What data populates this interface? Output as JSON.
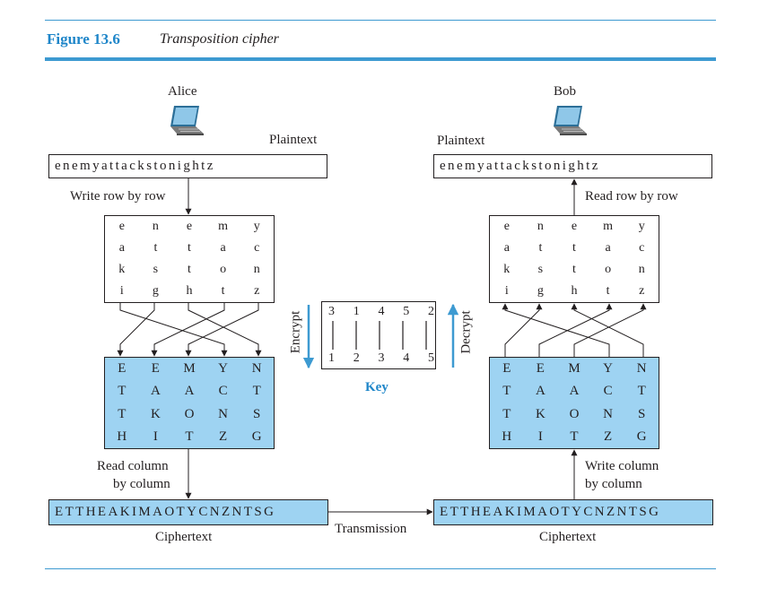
{
  "figure": {
    "number": "Figure 13.6",
    "title": "Transposition cipher"
  },
  "alice": {
    "name": "Alice",
    "icon": "laptop-icon",
    "plaintext_label": "Plaintext",
    "plaintext": "enemyattackstonightz",
    "write_label": "Write row by row",
    "grid": [
      [
        "e",
        "n",
        "e",
        "m",
        "y"
      ],
      [
        "a",
        "t",
        "t",
        "a",
        "c"
      ],
      [
        "k",
        "s",
        "t",
        "o",
        "n"
      ],
      [
        "i",
        "g",
        "h",
        "t",
        "z"
      ]
    ],
    "cipher_grid": [
      [
        "E",
        "E",
        "M",
        "Y",
        "N"
      ],
      [
        "T",
        "A",
        "A",
        "C",
        "T"
      ],
      [
        "T",
        "K",
        "O",
        "N",
        "S"
      ],
      [
        "H",
        "I",
        "T",
        "Z",
        "G"
      ]
    ],
    "read_label_1": "Read column",
    "read_label_2": "by column",
    "ciphertext": "ETTHEAKIMAOTYCNZNTSG",
    "ciphertext_label": "Ciphertext"
  },
  "bob": {
    "name": "Bob",
    "icon": "laptop-icon",
    "plaintext_label": "Plaintext",
    "plaintext": "enemyattackstonightz",
    "read_label": "Read row by row",
    "grid": [
      [
        "e",
        "n",
        "e",
        "m",
        "y"
      ],
      [
        "a",
        "t",
        "t",
        "a",
        "c"
      ],
      [
        "k",
        "s",
        "t",
        "o",
        "n"
      ],
      [
        "i",
        "g",
        "h",
        "t",
        "z"
      ]
    ],
    "cipher_grid": [
      [
        "E",
        "E",
        "M",
        "Y",
        "N"
      ],
      [
        "T",
        "A",
        "A",
        "C",
        "T"
      ],
      [
        "T",
        "K",
        "O",
        "N",
        "S"
      ],
      [
        "H",
        "I",
        "T",
        "Z",
        "G"
      ]
    ],
    "write_label_1": "Write column",
    "write_label_2": "by column",
    "ciphertext": "ETTHEAKIMAOTYCNZNTSG",
    "ciphertext_label": "Ciphertext"
  },
  "key": {
    "top": [
      "3",
      "1",
      "4",
      "5",
      "2"
    ],
    "bottom": [
      "1",
      "2",
      "3",
      "4",
      "5"
    ],
    "label": "Key",
    "encrypt_label": "Encrypt",
    "decrypt_label": "Decrypt"
  },
  "transmission_label": "Transmission",
  "colors": {
    "accent": "#3d9ad1",
    "cell_fill": "#9ed3f2",
    "figure_number": "#1f86c9"
  }
}
